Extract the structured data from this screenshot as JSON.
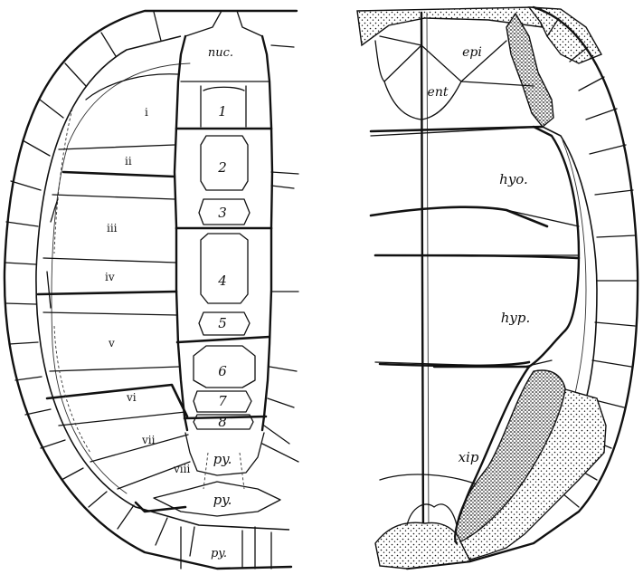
{
  "carapace": {
    "neural_labels": [
      "nuc.",
      "1",
      "2",
      "3",
      "4",
      "5",
      "6",
      "7",
      "8",
      "py.",
      "py.",
      "py."
    ],
    "costal_labels": [
      "i",
      "ii",
      "iii",
      "iv",
      "v",
      "vi",
      "vii",
      "viii"
    ]
  },
  "plastron": {
    "bone_labels": [
      "epi",
      "ent",
      "hyo.",
      "hyp.",
      "xip"
    ]
  }
}
